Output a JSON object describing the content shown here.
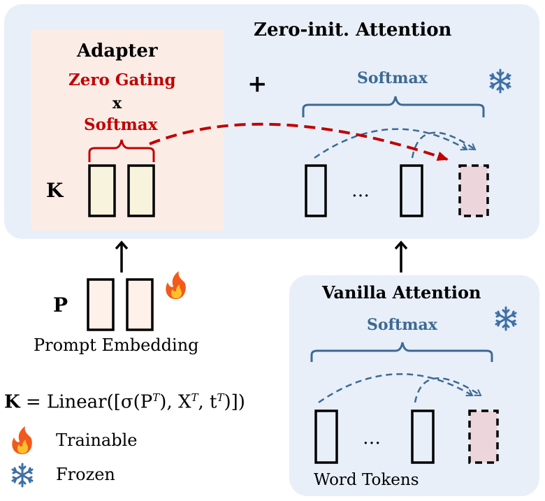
{
  "zero_init": {
    "title": "Zero-init. Attention",
    "softmax_label": "Softmax",
    "plus_sign": "+",
    "key_symbol": "K",
    "ellipsis": "…"
  },
  "adapter": {
    "title": "Adapter",
    "zero_gating": "Zero Gating",
    "times": "x",
    "softmax_label": "Softmax"
  },
  "prompt": {
    "symbol": "P",
    "caption": "Prompt Embedding"
  },
  "vanilla": {
    "title": "Vanilla Attention",
    "softmax_label": "Softmax",
    "ellipsis": "…",
    "caption": "Word Tokens"
  },
  "formula": {
    "lhs": "K",
    "eq": "=",
    "func": "Linear",
    "args": "([σ(P",
    "sup1": "T",
    "mid1": "), X",
    "sup2": "T",
    "mid2": ", t",
    "sup3": "T",
    "tail": ")])"
  },
  "legend": {
    "trainable": "Trainable",
    "frozen": "Frozen"
  },
  "colors": {
    "panel": "#e8eff9",
    "adapter_bg": "#fcece6",
    "blue": "#3d6a94",
    "red": "#c00000",
    "token_yellow": "#f8f3dc",
    "token_pink": "#ecd6dc",
    "prompt_fill": "#fdf1ea"
  },
  "icons": [
    "fire-icon",
    "snowflake-icon"
  ]
}
